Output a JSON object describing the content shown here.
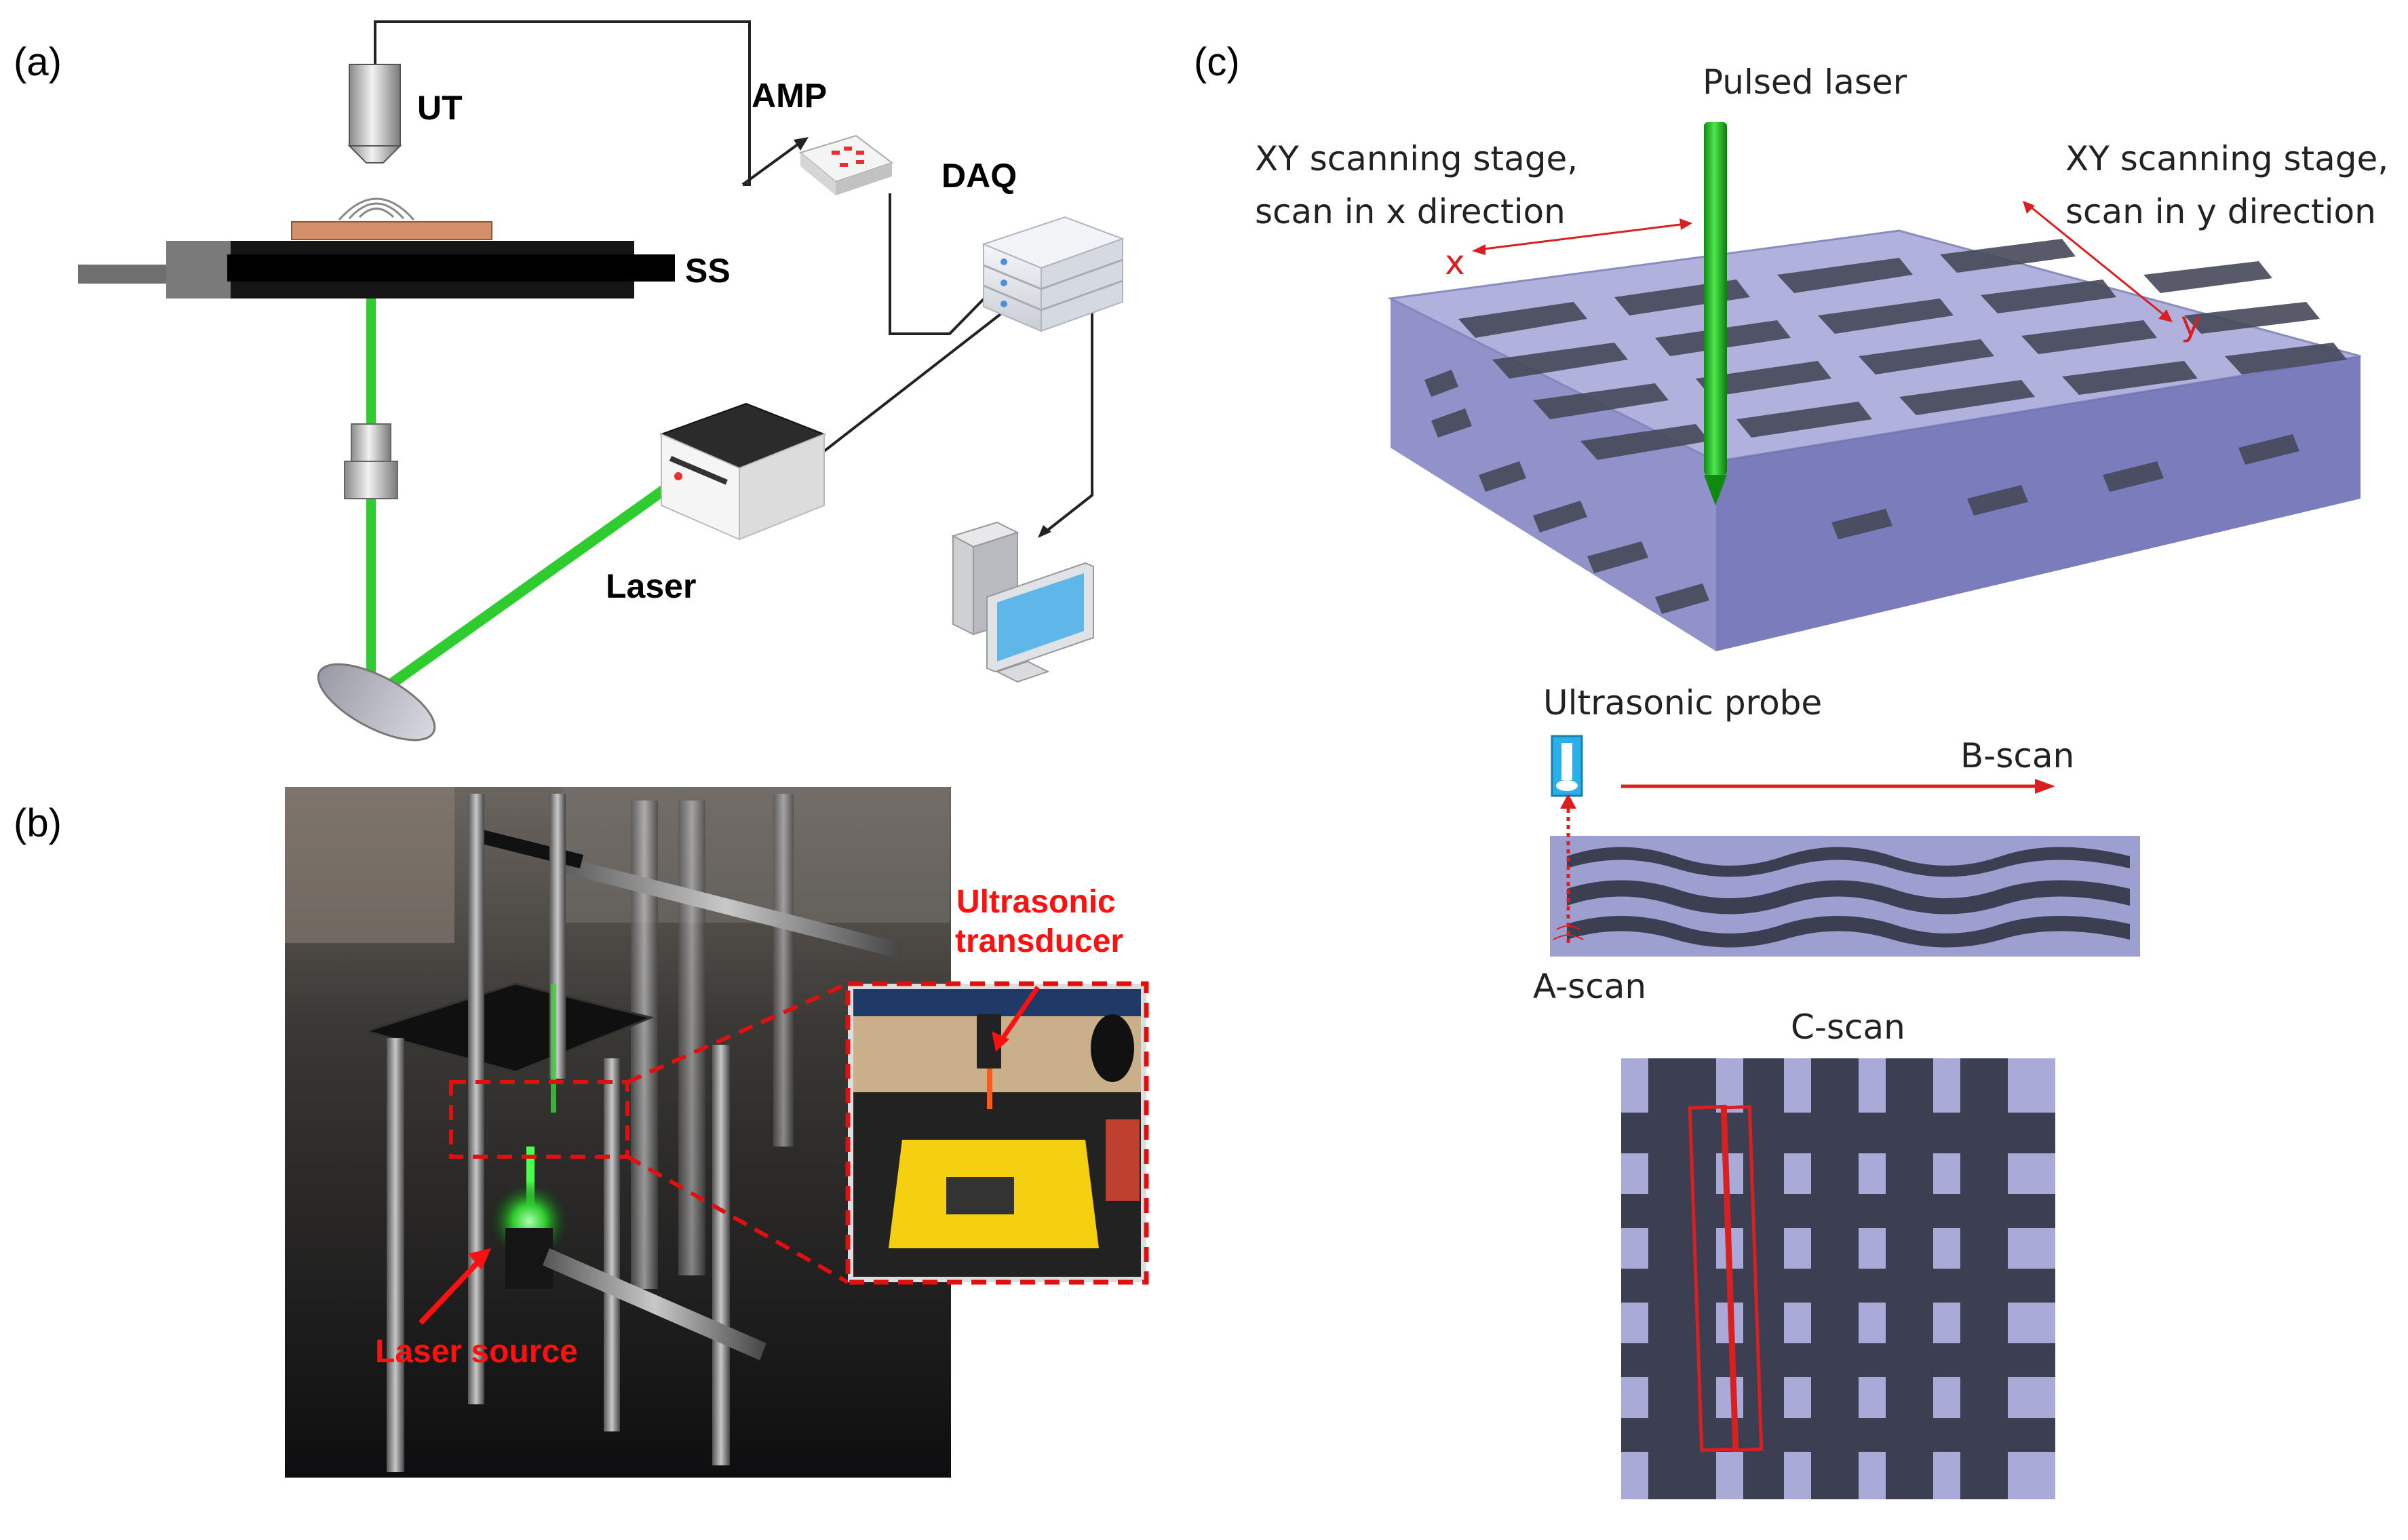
{
  "panel_a": {
    "panel_label": "(a)",
    "labels": {
      "ut": "UT",
      "amp": "AMP",
      "daq": "DAQ",
      "ss": "SS",
      "laser": "Laser"
    }
  },
  "panel_b": {
    "panel_label": "(b)",
    "labels": {
      "ultrasonic_transducer_line1": "Ultrasonic",
      "ultrasonic_transducer_line2": "transducer",
      "laser_source": "Laser source"
    }
  },
  "panel_c": {
    "panel_label": "(c)",
    "labels": {
      "pulsed_laser": "Pulsed laser",
      "stage_x_line1": "XY scanning stage,",
      "stage_x_line2": "scan in x direction",
      "stage_y_line1": "XY scanning stage,",
      "stage_y_line2": "scan in y direction",
      "axis_x": "x",
      "axis_y": "y",
      "ultrasonic_probe": "Ultrasonic probe",
      "b_scan": "B-scan",
      "a_scan": "A-scan",
      "c_scan": "C-scan"
    }
  },
  "colors": {
    "laser_green": "#2ecc2e",
    "annotation_red": "#d92020",
    "composite_fill": "#8e8fc8",
    "weave_dark": "#3c3e52"
  }
}
